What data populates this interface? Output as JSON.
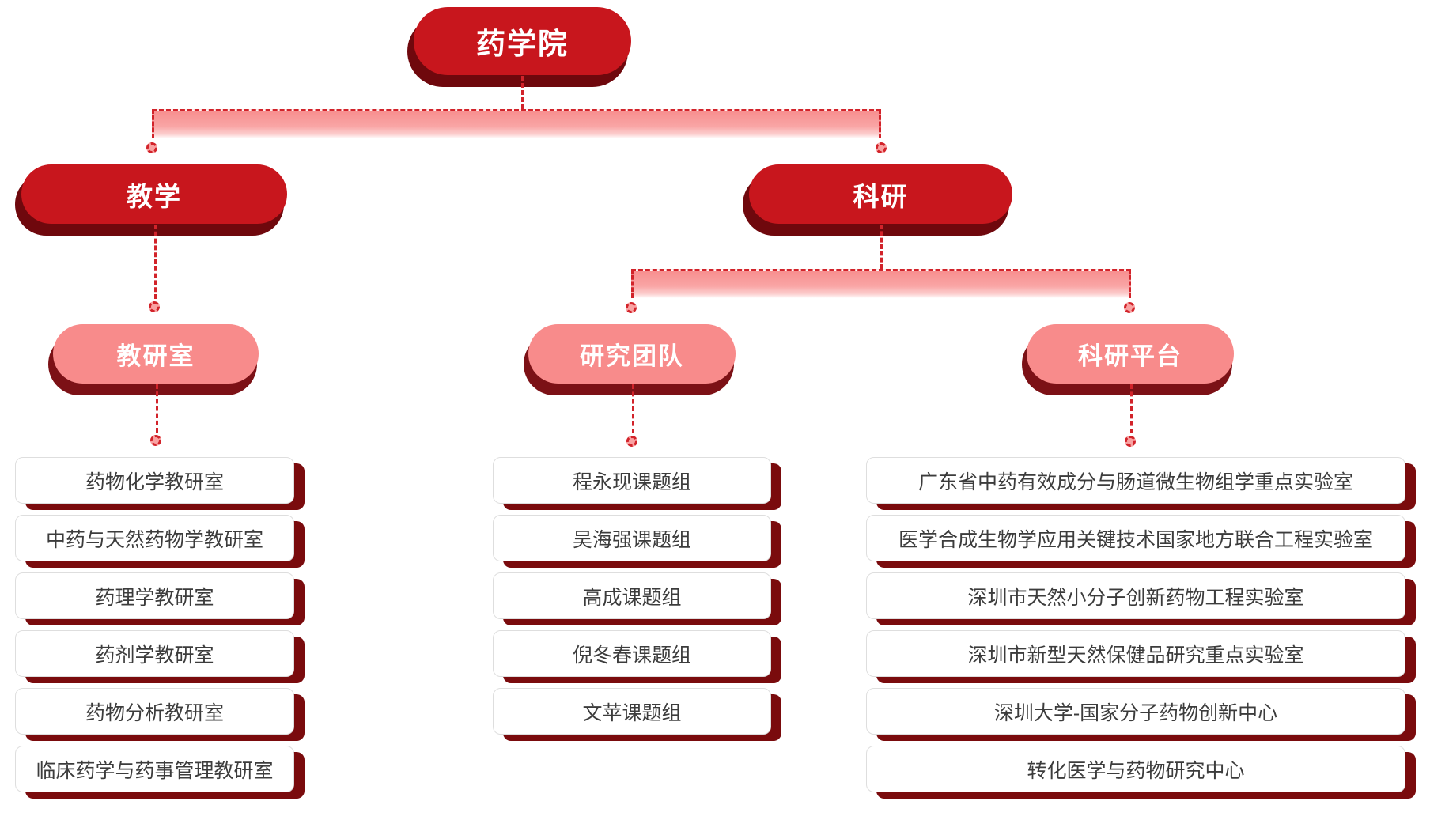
{
  "chart": {
    "type": "org-chart",
    "root": "药学院",
    "branches": {
      "teaching": "教学",
      "research": "科研"
    },
    "groups": {
      "offices": "教研室",
      "teams": "研究团队",
      "platforms": "科研平台"
    },
    "offices": [
      "药物化学教研室",
      "中药与天然药物学教研室",
      "药理学教研室",
      "药剂学教研室",
      "药物分析教研室",
      "临床药学与药事管理教研室"
    ],
    "teams": [
      "程永现课题组",
      "吴海强课题组",
      "高成课题组",
      "倪冬春课题组",
      "文苹课题组"
    ],
    "platforms": [
      "广东省中药有效成分与肠道微生物组学重点实验室",
      "医学合成生物学应用关键技术国家地方联合工程实验室",
      "深圳市天然小分子创新药物工程实验室",
      "深圳市新型天然保健品研究重点实验室",
      "深圳大学-国家分子药物创新中心",
      "转化医学与药物研究中心"
    ],
    "colors": {
      "node_dark_red": "#c8161d",
      "node_pink": "#f88b8b",
      "shadow_maroon": "#7a0b0d",
      "connector_red": "#d2232a",
      "bar_pink_top": "#f78f8f",
      "bar_pink_bottom": "#ffffff"
    }
  }
}
